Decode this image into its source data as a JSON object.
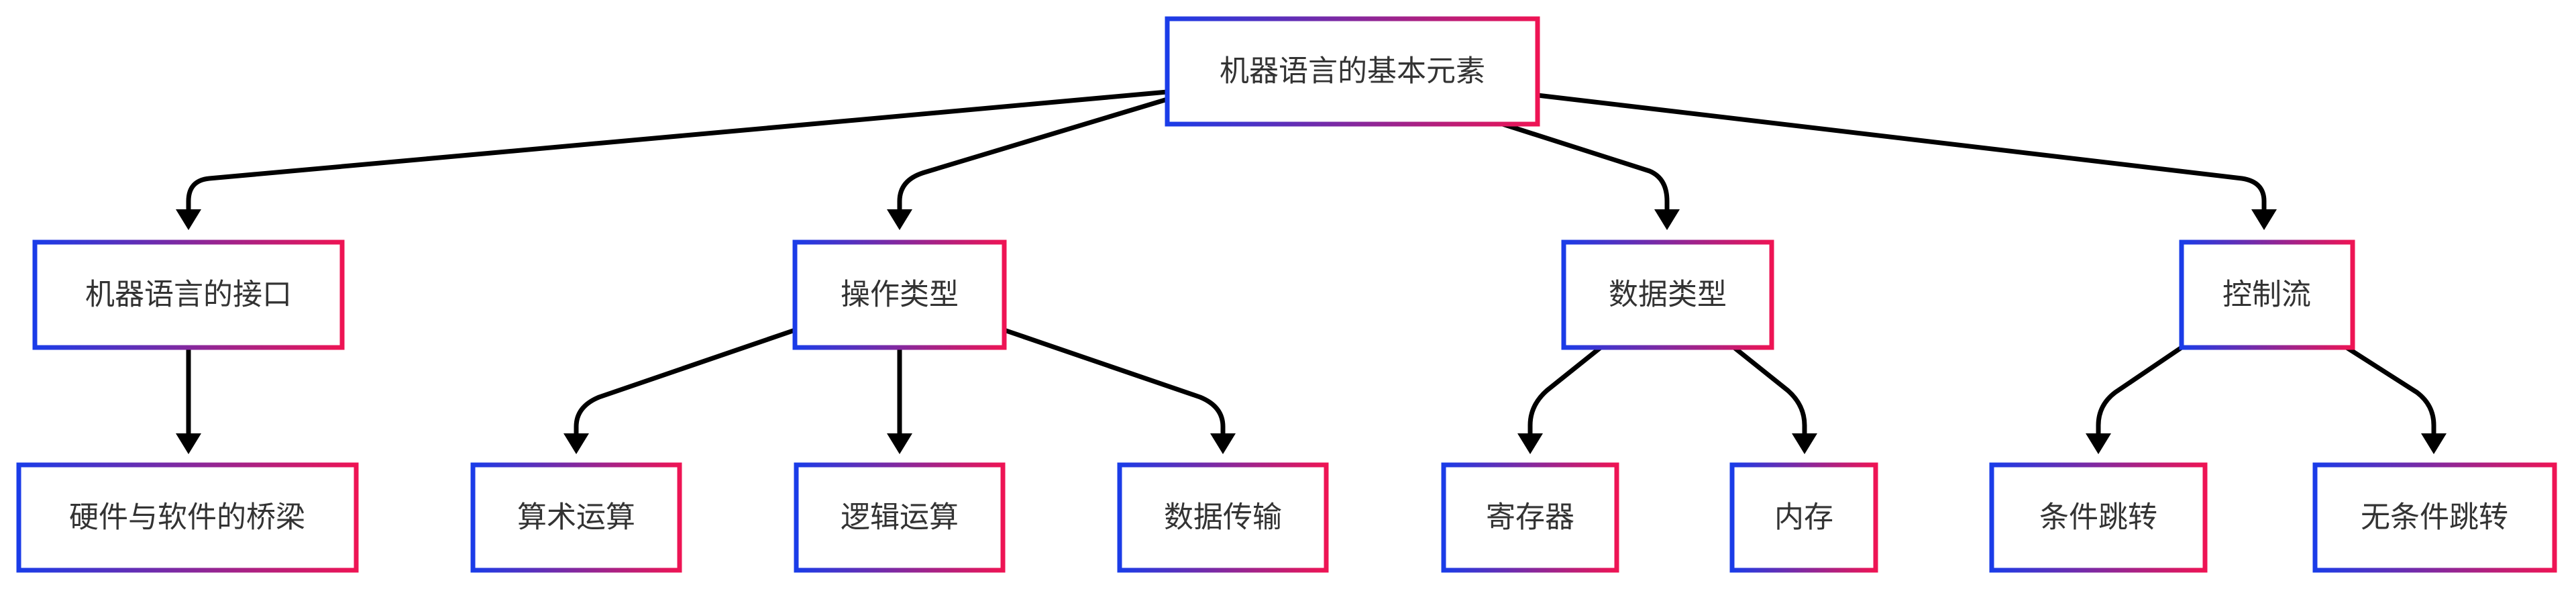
{
  "diagram": {
    "nodes": {
      "root": "机器语言的基本元素",
      "interface": "机器语言的接口",
      "operation_types": "操作类型",
      "data_types": "数据类型",
      "control_flow": "控制流",
      "bridge": "硬件与软件的桥梁",
      "arithmetic": "算术运算",
      "logic": "逻辑运算",
      "data_transfer": "数据传输",
      "register": "寄存器",
      "memory": "内存",
      "conditional_jump": "条件跳转",
      "unconditional_jump": "无条件跳转"
    },
    "edges": [
      [
        "root",
        "interface"
      ],
      [
        "root",
        "operation_types"
      ],
      [
        "root",
        "data_types"
      ],
      [
        "root",
        "control_flow"
      ],
      [
        "interface",
        "bridge"
      ],
      [
        "operation_types",
        "arithmetic"
      ],
      [
        "operation_types",
        "logic"
      ],
      [
        "operation_types",
        "data_transfer"
      ],
      [
        "data_types",
        "register"
      ],
      [
        "data_types",
        "memory"
      ],
      [
        "control_flow",
        "conditional_jump"
      ],
      [
        "control_flow",
        "unconditional_jump"
      ]
    ],
    "colors": {
      "border_start": "#1a3ce8",
      "border_end": "#ee1454",
      "edge": "#000000",
      "text": "#333333",
      "background": "#ffffff"
    }
  }
}
